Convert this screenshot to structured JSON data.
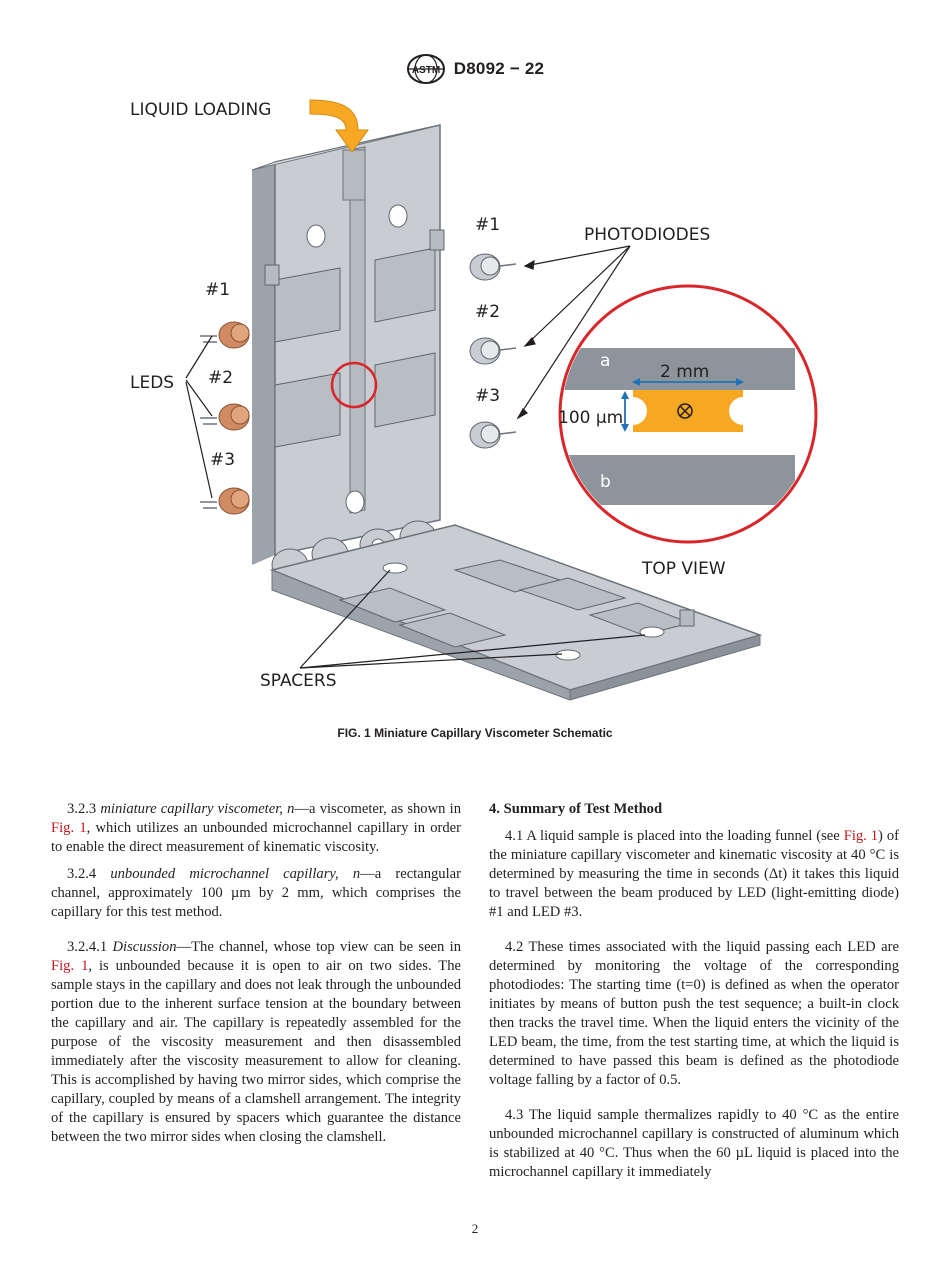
{
  "header": {
    "designation": "D8092 − 22"
  },
  "figure": {
    "labels": {
      "liquid_loading": "LIQUID LOADING",
      "photodiodes": "PHOTODIODES",
      "leds": "LEDS",
      "spacers": "SPACERS",
      "top_view": "TOP VIEW",
      "pd1": "#1",
      "pd2": "#2",
      "pd3": "#3",
      "led1": "#1",
      "led2": "#2",
      "led3": "#3",
      "side_a": "a",
      "side_b": "b",
      "width": "2 mm",
      "gap": "100 μm"
    },
    "caption": "FIG. 1 Miniature Capillary Viscometer Schematic"
  },
  "left_column": {
    "s323_num": "3.2.3",
    "s323_term": "miniature capillary viscometer, n",
    "s323_a": "—a viscometer, as shown in",
    "s323_ref": "Fig. 1",
    "s323_b": ", which utilizes an unbounded microchannel capillary in order to enable the direct measurement of kinematic viscosity.",
    "s324_num": "3.2.4",
    "s324_term": "unbounded microchannel capillary, n",
    "s324_a": "—a rectangular channel, approximately 100 µm by 2 mm, which comprises the capillary for this test method.",
    "s3241_num": "3.2.4.1",
    "s3241_term": "Discussion",
    "s3241_a": "—The channel, whose top view can be seen in",
    "s3241_ref": "Fig. 1",
    "s3241_b": ", is unbounded because it is open to air on two sides. The sample stays in the capillary and does not leak through the unbounded portion due to the inherent surface tension at the boundary between the capillary and air. The capillary is repeatedly assembled for the purpose of the viscosity measurement and then disassembled immediately after the viscosity measurement to allow for cleaning. This is accomplished by having two mirror sides, which comprise the capillary, coupled by means of a clamshell arrangement. The integrity of the capillary is ensured by spacers which guarantee the distance between the two mirror sides when closing the clamshell."
  },
  "right_column": {
    "heading": "4. Summary of Test Method",
    "s41_a": "4.1 A liquid sample is placed into the loading funnel (see",
    "s41_ref": "Fig. 1",
    "s41_b": ") of the miniature capillary viscometer and kinematic viscosity at 40 °C is determined by measuring the time in seconds (Δt) it takes this liquid to travel between the beam produced by LED (light-emitting diode) #1 and LED #3.",
    "s42": "4.2 These times associated with the liquid passing each LED are determined by monitoring the voltage of the corresponding photodiodes: The starting time (t=0) is defined as when the operator initiates by means of button push the test sequence; a built-in clock then tracks the travel time. When the liquid enters the vicinity of the LED beam, the time, from the test starting time, at which the liquid is determined to have passed this beam is defined as the photodiode voltage falling by a factor of 0.5.",
    "s43": "4.3 The liquid sample thermalizes rapidly to 40 °C as the entire unbounded microchannel capillary is constructed of aluminum which is stabilized at 40 °C. Thus when the 60 µL liquid is placed into the microchannel capillary it immediately"
  },
  "page_number": "2",
  "colors": {
    "text": "#231f20",
    "reference": "#c4161c",
    "aluminum": "#c9cdd3",
    "highlight": "#d9262a",
    "sample": "#f7a823",
    "arrow": "#1f73b7"
  }
}
